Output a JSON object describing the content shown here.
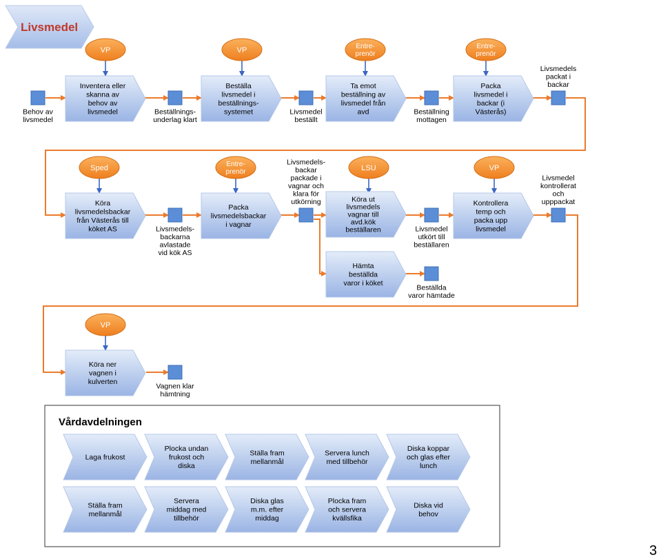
{
  "title": "Livsmedel",
  "page_number": "3",
  "colors": {
    "chevron_light": "#dbe6f7",
    "chevron_dark": "#9db7e6",
    "role_fill": "#f58b24",
    "state_fill": "#5b8ed6",
    "arrow_orange": "#ec7a2b",
    "arrow_blue": "#3a66c4",
    "title_red": "#c0392b"
  },
  "roles": [
    {
      "id": "r1",
      "text": "VP"
    },
    {
      "id": "r2",
      "text": "VP"
    },
    {
      "id": "r3",
      "text": "Entre-\nprenör"
    },
    {
      "id": "r4",
      "text": "Entre-\nprenör"
    },
    {
      "id": "r5",
      "text": "Sped"
    },
    {
      "id": "r6",
      "text": "Entre-\nprenör"
    },
    {
      "id": "r7",
      "text": "LSU"
    },
    {
      "id": "r8",
      "text": "VP"
    },
    {
      "id": "r9",
      "text": "VP"
    }
  ],
  "processes": [
    {
      "id": "p1",
      "text": "Inventera eller\nskanna av\nbehov av\nlivsmedel"
    },
    {
      "id": "p2",
      "text": "Beställa\nlivsmedel i\nbeställnings-\nsystemet"
    },
    {
      "id": "p3",
      "text": "Ta emot\nbeställning av\nlivsmedel från\navd"
    },
    {
      "id": "p4",
      "text": "Packa\nlivsmedel i\nbackar (i\nVästerås)"
    },
    {
      "id": "p5",
      "text": "Köra\nlivsmedelsbackar\nfrån Västerås till\nköket AS"
    },
    {
      "id": "p6",
      "text": "Packa\nlivsmedelsbackar\ni vagnar"
    },
    {
      "id": "p7",
      "text": "Köra ut\nlivsmedels\nvagnar till\navd.kök\nbeställaren"
    },
    {
      "id": "p8",
      "text": "Kontrollera\ntemp och\npacka upp\nlivsmedel"
    },
    {
      "id": "p9",
      "text": "Hämta\nbeställda\nvaror i köket"
    },
    {
      "id": "p10",
      "text": "Köra ner\nvagnen i\nkulverten"
    }
  ],
  "states": [
    {
      "id": "s1",
      "text": "Behov av\nlivsmedel"
    },
    {
      "id": "s2",
      "text": "Beställnings-\nunderlag klart"
    },
    {
      "id": "s3",
      "text": "Livsmedel\nbeställt"
    },
    {
      "id": "s4",
      "text": "Beställning\nmottagen"
    },
    {
      "id": "s5",
      "text": "Livsmedels\npackat i\nbackar"
    },
    {
      "id": "s6",
      "text": "Livsmedels-\nbackarna\navlastade\nvid kök AS"
    },
    {
      "id": "s7",
      "text": "Livsmedels-\nbackar\npackade i\nvagnar och\nklara för\nutkörning"
    },
    {
      "id": "s8",
      "text": "Livsmedel\nutkört till\nbeställaren"
    },
    {
      "id": "s9",
      "text": "Livsmedel\nkontrollerat\noch\nupppackat"
    },
    {
      "id": "s10",
      "text": "Beställda\nvaror hämtade"
    },
    {
      "id": "s11",
      "text": "Vagnen klar\nhämtning"
    }
  ],
  "vardavdelningen": {
    "title": "Vårdavdelningen",
    "row1": [
      "Laga frukost",
      "Plocka undan\nfrukost och\ndiska",
      "Ställa fram\nmellanmål",
      "Servera lunch\nmed tillbehör",
      "Diska koppar\noch glas efter\nlunch"
    ],
    "row2": [
      "Ställa fram\nmellanmål",
      "Servera\nmiddag med\ntillbehör",
      "Diska glas\nm.m. efter\nmiddag",
      "Plocka fram\noch servera\nkvällsfika",
      "Diska vid\nbehov"
    ]
  }
}
